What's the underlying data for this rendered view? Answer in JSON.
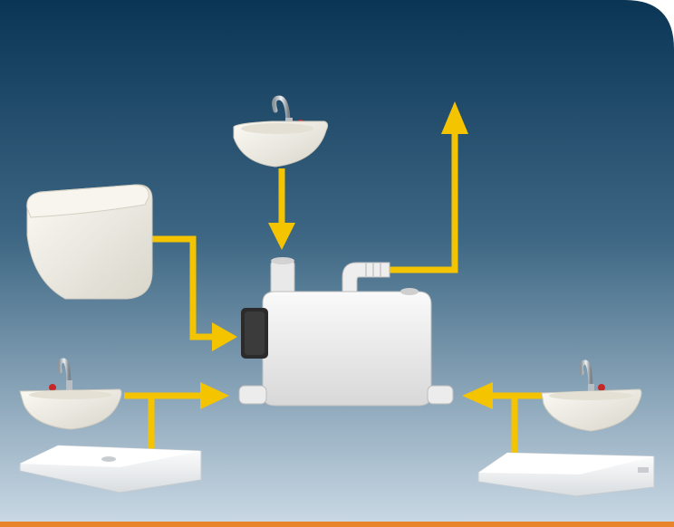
{
  "diagram": {
    "colors": {
      "background_top": "#0b3555",
      "background_bottom": "#c9d8e4",
      "arrow": "#f5c400",
      "accent_bar": "#e8842b",
      "fixture": "#f1efe6",
      "pump_body": "#f4f4f4"
    },
    "components": [
      {
        "name": "wall-hung-toilet",
        "icon": "toilet-icon"
      },
      {
        "name": "top-washbasin",
        "icon": "washbasin-icon"
      },
      {
        "name": "left-washbasin",
        "icon": "washbasin-icon"
      },
      {
        "name": "right-washbasin",
        "icon": "washbasin-icon"
      },
      {
        "name": "left-shower-tray",
        "icon": "shower-tray-icon"
      },
      {
        "name": "right-shower-tray",
        "icon": "shower-tray-icon"
      },
      {
        "name": "macerator-pump",
        "icon": "pump-unit-icon"
      }
    ],
    "flows": [
      {
        "from": "wall-hung-toilet",
        "to": "macerator-pump"
      },
      {
        "from": "top-washbasin",
        "to": "macerator-pump"
      },
      {
        "from": "left-washbasin",
        "to": "macerator-pump"
      },
      {
        "from": "left-shower-tray",
        "to": "macerator-pump"
      },
      {
        "from": "right-washbasin",
        "to": "macerator-pump"
      },
      {
        "from": "right-shower-tray",
        "to": "macerator-pump"
      },
      {
        "from": "macerator-pump",
        "to": "discharge-outlet"
      }
    ]
  }
}
